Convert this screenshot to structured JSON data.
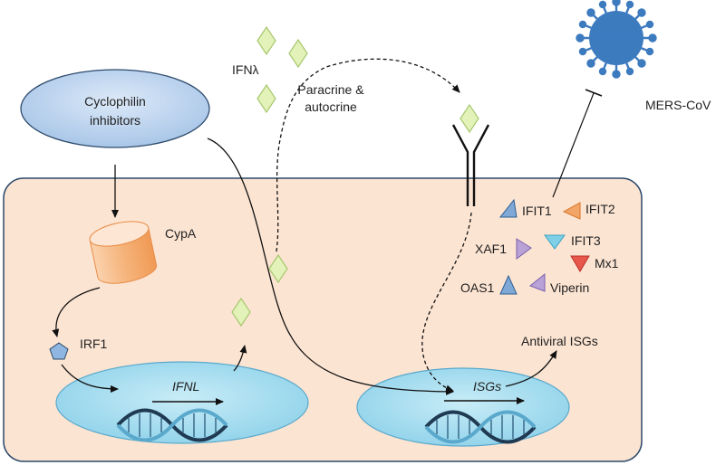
{
  "labels": {
    "cyclophilin_line1": "Cyclophilin",
    "cyclophilin_line2": "inhibitors",
    "ifn_lambda": "IFNλ",
    "paracrine_line1": "Paracrine &",
    "paracrine_line2": "autocrine",
    "mers": "MERS-CoV",
    "cypa": "CypA",
    "irf1": "IRF1",
    "ifnl_gene": "IFNL",
    "isgs_gene": "ISGs",
    "antiviral_isgs": "Antiviral ISGs",
    "ifit1": "IFIT1",
    "ifit2": "IFIT2",
    "ifit3": "IFIT3",
    "xaf1": "XAF1",
    "mx1": "Mx1",
    "oas1": "OAS1",
    "viperin": "Viperin"
  },
  "colors": {
    "cell_fill": "#fce4d2",
    "cell_stroke": "#2d4a6b",
    "ellipse_fill": "#c6dcf2",
    "nucleus_fill": "#a8def0",
    "ifn_diamond": "#e2f2b8",
    "ifn_diamond_stroke": "#a8c870",
    "cypa": "#f5b37a",
    "irf1": "#8fb6e0",
    "virus": "#3d7bbf",
    "ifit1": "#7fa8d6",
    "ifit2": "#f2a566",
    "ifit3": "#7fd0e6",
    "xaf1": "#b9a2d6",
    "mx1": "#e8574b",
    "oas1": "#7fa8d6",
    "viperin": "#b9a2d6"
  },
  "icons": {
    "virus": "virus-icon",
    "receptor": "receptor-icon",
    "cypa": "cylinder-icon",
    "irf1": "pentagon-icon",
    "dna": "dna-helix-icon"
  }
}
